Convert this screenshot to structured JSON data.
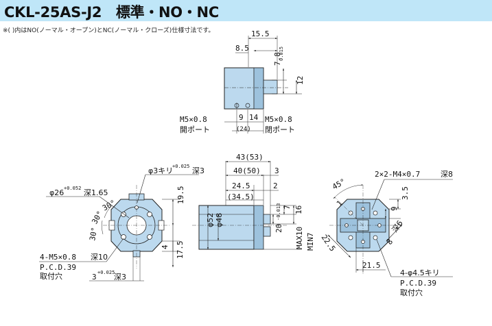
{
  "title": "CKL-25AS-J2　標準・NO・NC",
  "note": "※( )内はNO(ノーマル・オープン)とNC(ノーマル・クローズ)仕様寸法です。",
  "top_view": {
    "dim_15_5": "15.5",
    "dim_8_5": "8.5",
    "dim_7_8": "7.8",
    "dim_7_8_tol": "0.015",
    "dim_12": "12",
    "dim_9": "9",
    "dim_14": "14",
    "dim_24": "(24)",
    "left_port_thread": "M5×0.8",
    "left_port_label": "開ポート",
    "right_port_thread": "M5×0.8",
    "right_port_label": "閉ポート"
  },
  "left_view": {
    "bore_label": "φ26",
    "bore_tol": "+0.052",
    "bore_depth": "深1.65",
    "tap_label": "φ3キリ",
    "tap_tol": "+0.025",
    "tap_depth": "深3",
    "angle_30a": "30°",
    "angle_30b": "30°",
    "angle_30c": "30°",
    "dim_19_5": "19.5",
    "dim_4": "4",
    "dim_17_5": "17.5",
    "tap_holes": "4-M5×0.8",
    "tap_holes_depth": "深10",
    "pcd": "P.C.D.39",
    "mount": "取付穴",
    "bottom_pin": "3",
    "bottom_pin_tol": "+0.025",
    "bottom_pin_depth": "深3"
  },
  "middle_view": {
    "dim_43": "43(53)",
    "dim_40": "40(50)",
    "dim_3": "3",
    "dim_24_5": "24.5",
    "dim_2": "2",
    "dim_34_5": "(34.5)",
    "dim_7": "7",
    "dim_2_0": "20",
    "dim_2_0_tol": "-0.013",
    "dim_16": "16",
    "dia_52": "φ52",
    "dia_48": "φ48",
    "max10": "MAX10",
    "min7": "MIN7"
  },
  "right_view": {
    "angle_45": "45°",
    "dim_1": "1",
    "tap_2x2": "2×2-M4×0.7",
    "tap_2x2_depth": "深8",
    "dim_3_5": "3.5",
    "dim_9": "9",
    "dim_6_depth": "深6",
    "dim_8": "8",
    "dim_22_5": "22.5",
    "dim_21_5": "21.5",
    "holes": "4-φ4.5キリ",
    "pcd": "P.C.D.39",
    "mount": "取付穴"
  },
  "colors": {
    "title_bar": "#bfe6f8",
    "body_fill": "#bcd9ee",
    "body_dark": "#9dc2dd",
    "line": "#222222"
  }
}
